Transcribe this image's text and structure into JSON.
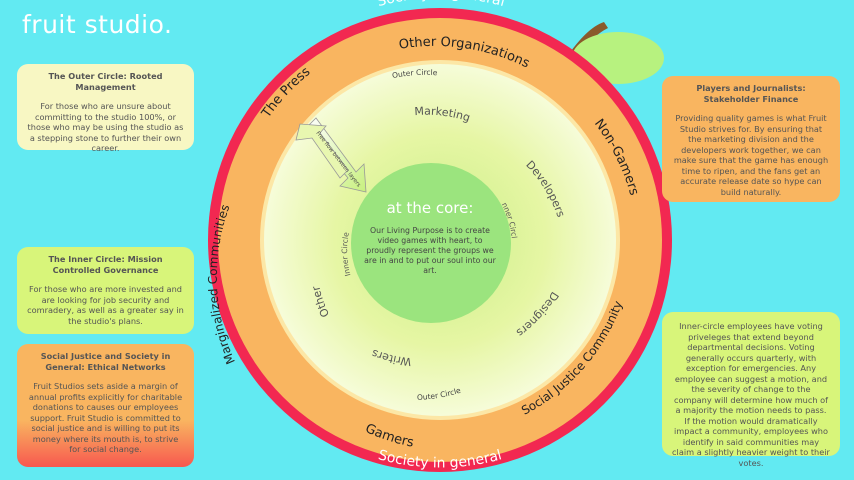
{
  "logo": "fruit studio.",
  "colors": {
    "background": "#62EAF2",
    "apple_red": "#F22851",
    "orange_ring": "#F9B560",
    "inner_green": "#9BE47E",
    "leaf": "#B7F27F"
  },
  "diagram": {
    "society_top": "Society in general",
    "society_bottom": "Society in general",
    "other_organizations": "Other Organizations",
    "the_press": "The Press",
    "non_gamers": "Non-Gamers",
    "marginalized": "Marginalized Communities",
    "social_justice": "Social Justice Community",
    "gamers": "Gamers",
    "outer_circle_top": "Outer Circle",
    "outer_circle_bottom": "Outer Circle",
    "marketing": "Marketing",
    "developers": "Developers",
    "designers": "Designers",
    "writers": "Writers",
    "other": "Other",
    "inner_circle_left": "Inner Circle",
    "inner_circle_right": "Inner Circle",
    "free_flow": "Free flow between layers",
    "core_title": "at the core:",
    "core_text_lines": [
      "Our Living Purpose is to create",
      "video games with heart, to",
      "proudly represent the groups we",
      "are in  and to put our soul into our",
      "art."
    ]
  },
  "boxes": {
    "outer": {
      "title": "The Outer Circle: Rooted Management",
      "body": "For those who are unsure about committing to the studio 100%, or those who may be using the studio as a stepping stone to further their own career."
    },
    "inner": {
      "title": "The Inner Circle: Mission Controlled Governance",
      "body": "For those who are more invested and are looking for job security and comradery, as well as a greater say in the studio's plans."
    },
    "social": {
      "title": "Social Justice and Society in General: Ethical Networks",
      "body": "Fruit Studios sets aside a margin of annual profits explicitly for charitable donations to causes our employees support. Fruit Studio is committed to social justice and is willing to put its money where its mouth is, to strive for social change."
    },
    "players": {
      "title": "Players and Journalists: Stakeholder Finance",
      "body": "Providing quality games is what Fruit Studio strives for. By ensuring that the marketing division and the developers work together, we can make sure that the game has enough time to ripen, and the fans get an accurate release date so hype can build naturally."
    },
    "voting": {
      "body": "Inner-circle employees have voting priveleges that extend beyond departmental decisions. Voting generally occurs quarterly, with exception for emergencies. Any employee can suggest a motion, and the severity of change to the company will determine how much of a majority the motion needs to pass. If the motion would dramatically impact a community, employees who identify in said communities may claim a slightly heavier weight to their votes."
    }
  }
}
